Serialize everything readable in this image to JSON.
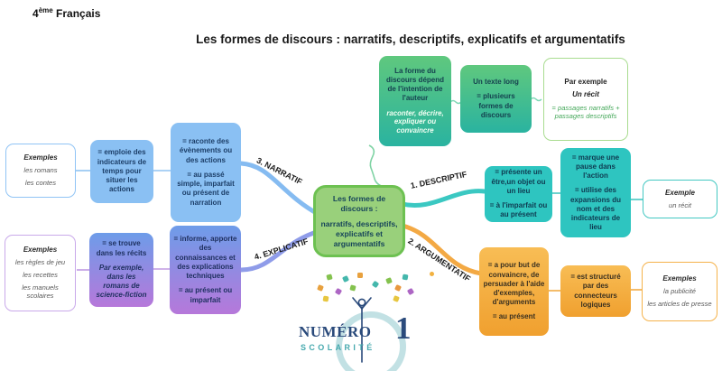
{
  "header": {
    "grade_number": "4",
    "grade_sup": "ème",
    "subject": " Français",
    "title": "Les formes de discours : narratifs, descriptifs, explicatifs et argumentatifs"
  },
  "center": {
    "line1": "Les formes de discours :",
    "line2": "narratifs, descriptifs, explicatifs et argumentatifs"
  },
  "top": {
    "intent_box": {
      "bold": "La forme du discours dépend de l'intention de l'auteur",
      "italic": "raconter, décrire, expliquer ou convaincre"
    },
    "long_text_box": {
      "title": "Un texte long",
      "body": "= plusieurs formes de discours"
    },
    "example_box": {
      "heading": "Par exemple",
      "subheading": "Un récit",
      "body": "= passages narratifs + passages descriptifs"
    }
  },
  "narratif": {
    "label": "3. NARRATIF",
    "main_box": [
      "= raconte des évènements ou des actions",
      "= au passé simple, imparfait ou présent de narration"
    ],
    "second_box": [
      "= emploie des indicateurs de temps pour situer les actions"
    ],
    "examples": {
      "heading": "Exemples",
      "items": [
        "les romans",
        "les contes"
      ]
    }
  },
  "descriptif": {
    "label": "1. DESCRIPTIF",
    "box1": [
      "= présente un être,un objet ou un lieu",
      "= à l'imparfait ou au présent"
    ],
    "box2": [
      "= marque une pause dans l'action",
      "= utilise des expansions du nom et des indicateurs de lieu"
    ],
    "examples": {
      "heading": "Exemple",
      "items": [
        "un récit"
      ]
    }
  },
  "explicatif": {
    "label": "4. EXPLICATIF",
    "box1_bold": "= se trouve dans les récits",
    "box1_italic": "Par exemple, dans les romans de science-fiction",
    "box2": [
      "= informe, apporte des connaissances et des explications techniques",
      "= au présent ou imparfait"
    ],
    "examples": {
      "heading": "Exemples",
      "items": [
        "les règles de jeu",
        "les recettes",
        "les manuels scolaires"
      ]
    }
  },
  "argumentatif": {
    "label": "2. ARGUMENTATIF",
    "box1": [
      "= a pour but de convaincre, de persuader à l'aide d'exemples, d'arguments",
      "= au présent"
    ],
    "box2": [
      "= est structuré par des connecteurs logiques"
    ],
    "examples": {
      "heading": "Exemples",
      "items": [
        "la publicité",
        "les articles de presse"
      ]
    }
  },
  "logo": {
    "word": "NUMÉRO",
    "number": "1",
    "subtitle": "SCOLARITÉ"
  },
  "colors": {
    "narratif_blue": "#8ac0f3",
    "descriptif_teal": "#2ec5c0",
    "explicatif_purple_top": "#6e9ce9",
    "explicatif_purple_bottom": "#b678da",
    "argumentatif_orange": "#f3a944",
    "green_gradient_top": "#5fc87e",
    "green_gradient_bottom": "#2ab3a0",
    "central_fill": "#99d07b",
    "central_border": "#6dc151",
    "logo_navy": "#2a4a7b",
    "logo_teal": "#46a9ae"
  }
}
